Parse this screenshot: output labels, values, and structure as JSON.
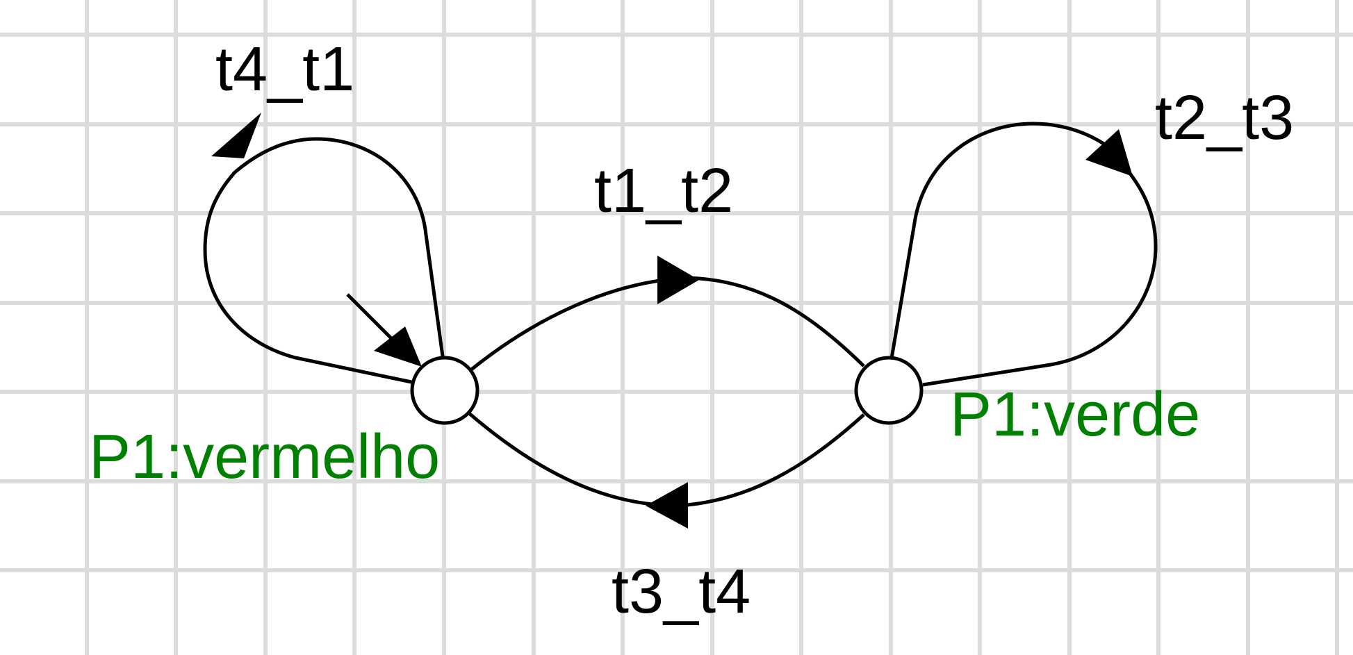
{
  "diagram": {
    "type": "state-machine",
    "colors": {
      "grid": "#dcdcdc",
      "edge": "#000000",
      "state_label": "#008000",
      "edge_label": "#000000"
    },
    "states": [
      {
        "id": "vermelho",
        "label": "P1:vermelho",
        "initial": true
      },
      {
        "id": "verde",
        "label": "P1:verde",
        "initial": false
      }
    ],
    "transitions": [
      {
        "id": "t4_t1",
        "label": "t4_t1",
        "from": "vermelho",
        "to": "vermelho"
      },
      {
        "id": "t1_t2",
        "label": "t1_t2",
        "from": "vermelho",
        "to": "verde"
      },
      {
        "id": "t2_t3",
        "label": "t2_t3",
        "from": "verde",
        "to": "verde"
      },
      {
        "id": "t3_t4",
        "label": "t3_t4",
        "from": "verde",
        "to": "vermelho"
      }
    ]
  }
}
